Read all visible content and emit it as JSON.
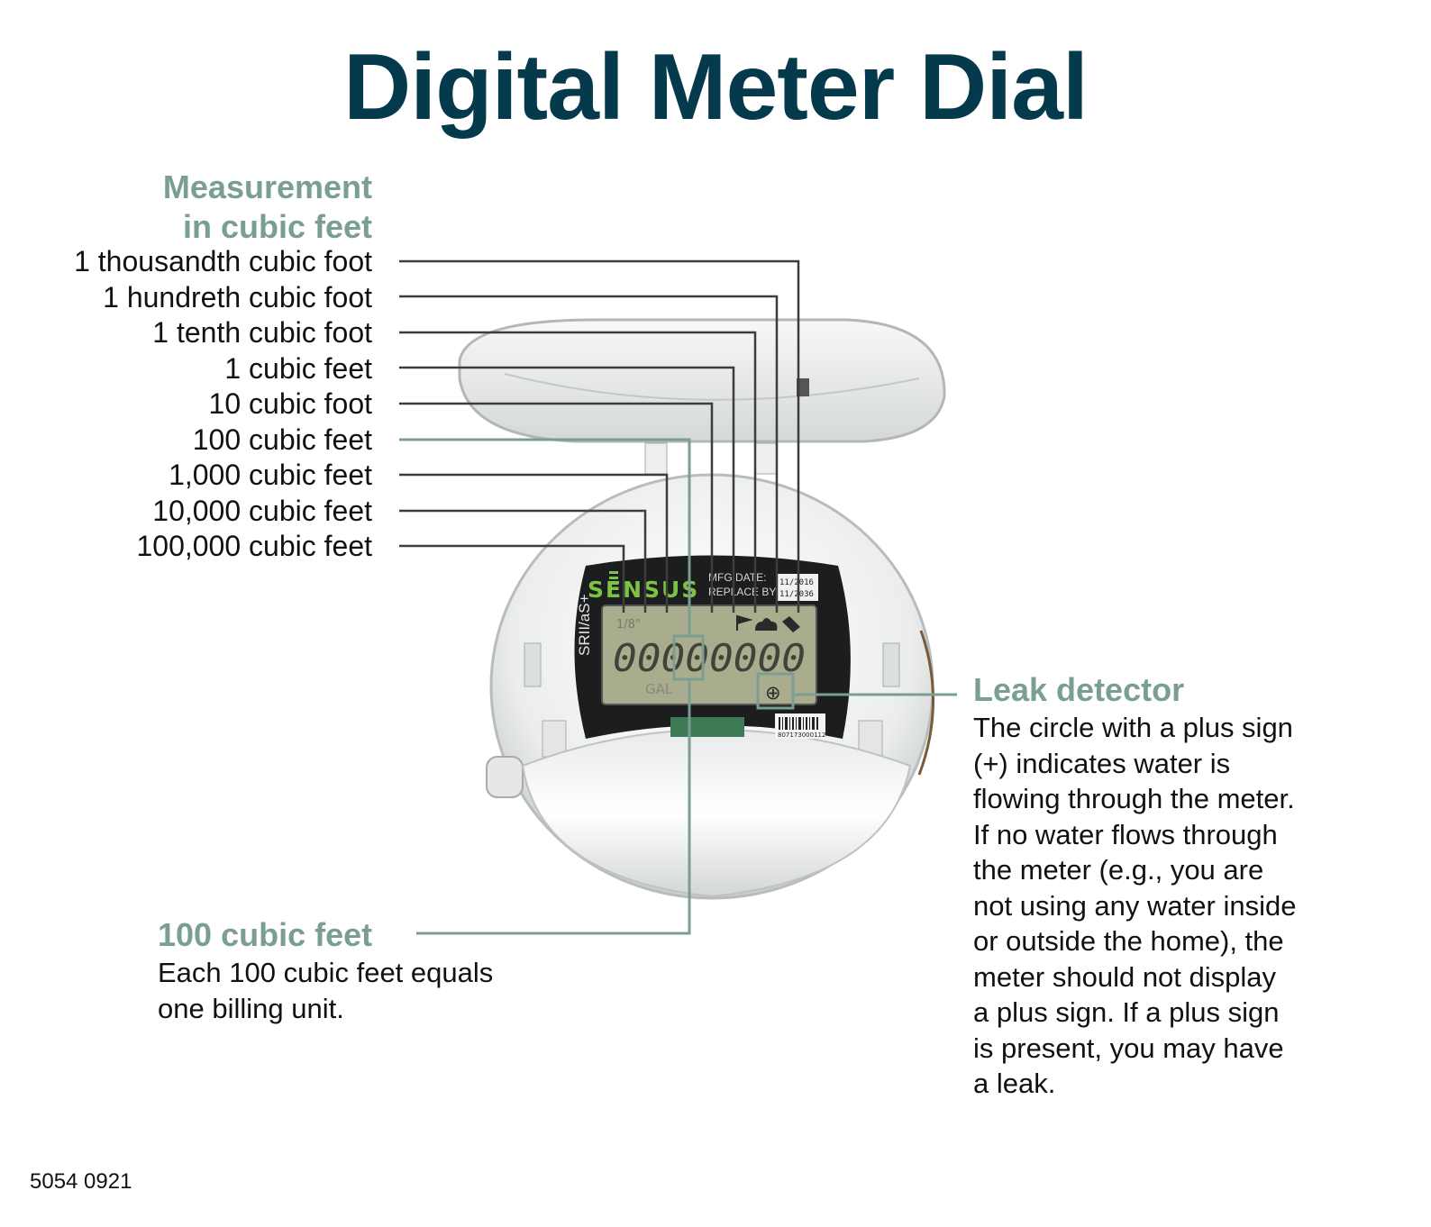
{
  "title": "Digital Meter Dial",
  "measurement": {
    "heading_line1": "Measurement",
    "heading_line2": "in cubic feet",
    "digits": [
      "1 thousandth cubic foot",
      "1 hundreth cubic foot",
      "1 tenth cubic foot",
      "1 cubic feet",
      "10 cubic foot",
      "100 cubic feet",
      "1,000 cubic feet",
      "10,000 cubic feet",
      "100,000 cubic feet"
    ]
  },
  "meter": {
    "brand": "SENSUS",
    "model": "SRII/aS+",
    "mfg_label": "MFG DATE:",
    "replace_label": "REPLACE BY:",
    "mfg_date": "11/2016",
    "replace_date": "11/2036",
    "lcd_reading": "00000000",
    "lcd_unit": "GAL",
    "lcd_corner": "1/8\"",
    "barcode_number": "807173000112",
    "leak_symbol": "⊕"
  },
  "billing_callout": {
    "heading": "100 cubic feet",
    "text_line1": "Each 100 cubic feet equals",
    "text_line2": "one billing unit."
  },
  "leak_callout": {
    "heading": "Leak detector",
    "lines": [
      "The circle with a plus sign",
      "(+) indicates water is",
      "flowing through the meter.",
      "If no water flows through",
      "the meter (e.g., you are",
      "not using any water inside",
      "or outside the home), the",
      "meter should not display",
      "a plus sign. If a plus sign",
      "is present, you may have",
      "a leak."
    ]
  },
  "doc_code": "5054 0921",
  "colors": {
    "title": "#053a4c",
    "accent": "#7a9f92",
    "leader": "#3d3d3d",
    "lcd": "#a9ad8e",
    "brand": "#7dc242"
  }
}
